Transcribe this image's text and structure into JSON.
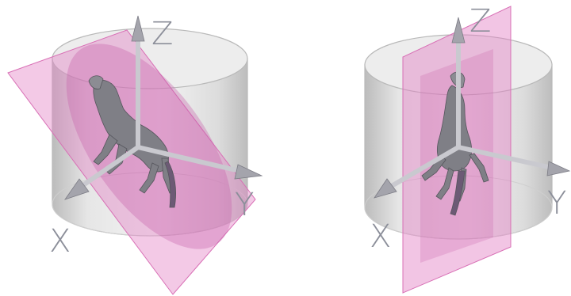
{
  "panels": [
    {
      "id": "panel-left",
      "axis_labels": {
        "x": "X",
        "y": "Y",
        "z": "Z"
      }
    },
    {
      "id": "panel-right",
      "axis_labels": {
        "x": "X",
        "y": "Y",
        "z": "Z"
      }
    }
  ],
  "colors": {
    "cylinder_fill": "#e6e6e6",
    "cylinder_edge": "#b9b9b9",
    "plane_fill": "#e27ec3",
    "plane_edge": "#d86fb5",
    "axis_shaft": "#c9c9cf",
    "axis_tip": "#8a8a93",
    "axis_label": "#8c8f9a",
    "horse_body": "#7f7f86",
    "horse_shadow": "#5a5a62"
  }
}
